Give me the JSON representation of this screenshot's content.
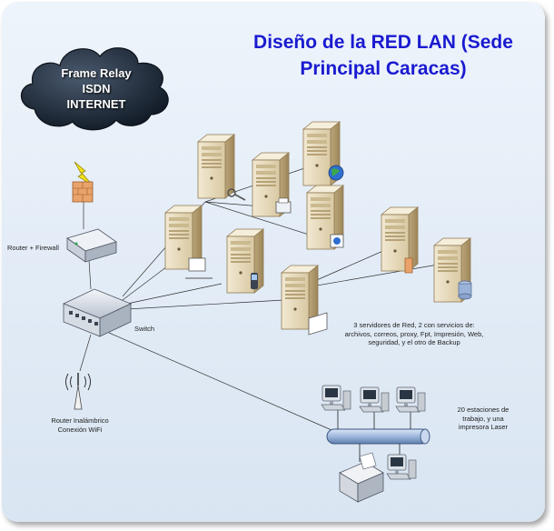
{
  "title": {
    "line1": "Diseño de la RED LAN (Sede",
    "line2": "Principal Caracas)"
  },
  "cloud": {
    "line1": "Frame Relay",
    "line2": "ISDN",
    "line3": "INTERNET"
  },
  "labels": {
    "router_firewall": "Router + Firewall",
    "switch": "Switch",
    "wifi_line1": "Router Inalámbrico",
    "wifi_line2": "Conexión WiFi",
    "servers_line1": "3 servidores de Red, 2 con servicios de:",
    "servers_line2": "archivos, correos, proxy, Fpt, Impresión, Web,",
    "servers_line3": "seguridad, y el otro de Backup",
    "stations_line1": "20 estaciones de",
    "stations_line2": "trabajo, y una",
    "stations_line3": "impresora Laser"
  },
  "colors": {
    "title": "#1a1ad0",
    "cloud": "#1f2a3a",
    "server_body": "#e8dcc0",
    "bus": "#9eb7dd"
  }
}
